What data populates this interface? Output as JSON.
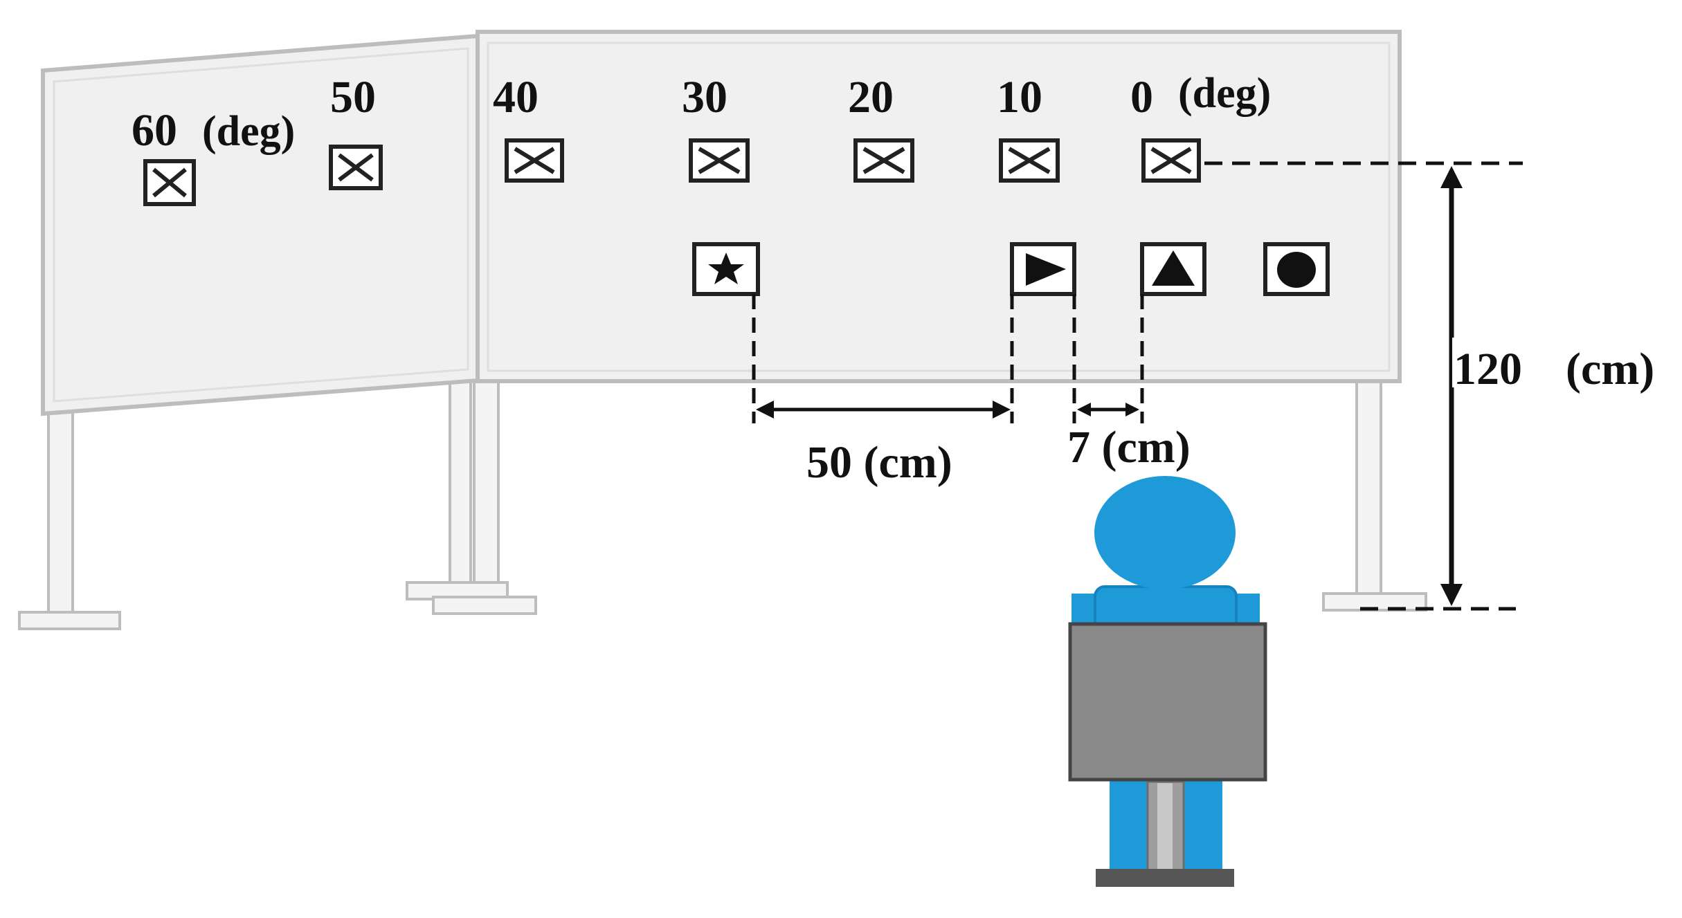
{
  "diagram": {
    "angle_labels": [
      "60",
      "50",
      "40",
      "30",
      "20",
      "10",
      "0"
    ],
    "angle_unit_left": "(deg)",
    "angle_unit_right": "(deg)",
    "symbols": [
      "star",
      "right-triangle",
      "up-triangle",
      "circle"
    ],
    "measurements": {
      "horizontal_spacing": "50 (cm)",
      "adjacent_spacing": "7 (cm)",
      "height_value": "120",
      "height_unit": "(cm)"
    },
    "colors": {
      "board_fill": "#f0f0f0",
      "board_stroke": "#bdbdbd",
      "person_blue": "#1e9ad9",
      "seat_gray": "#8a8a8a",
      "ink": "#111111"
    }
  }
}
